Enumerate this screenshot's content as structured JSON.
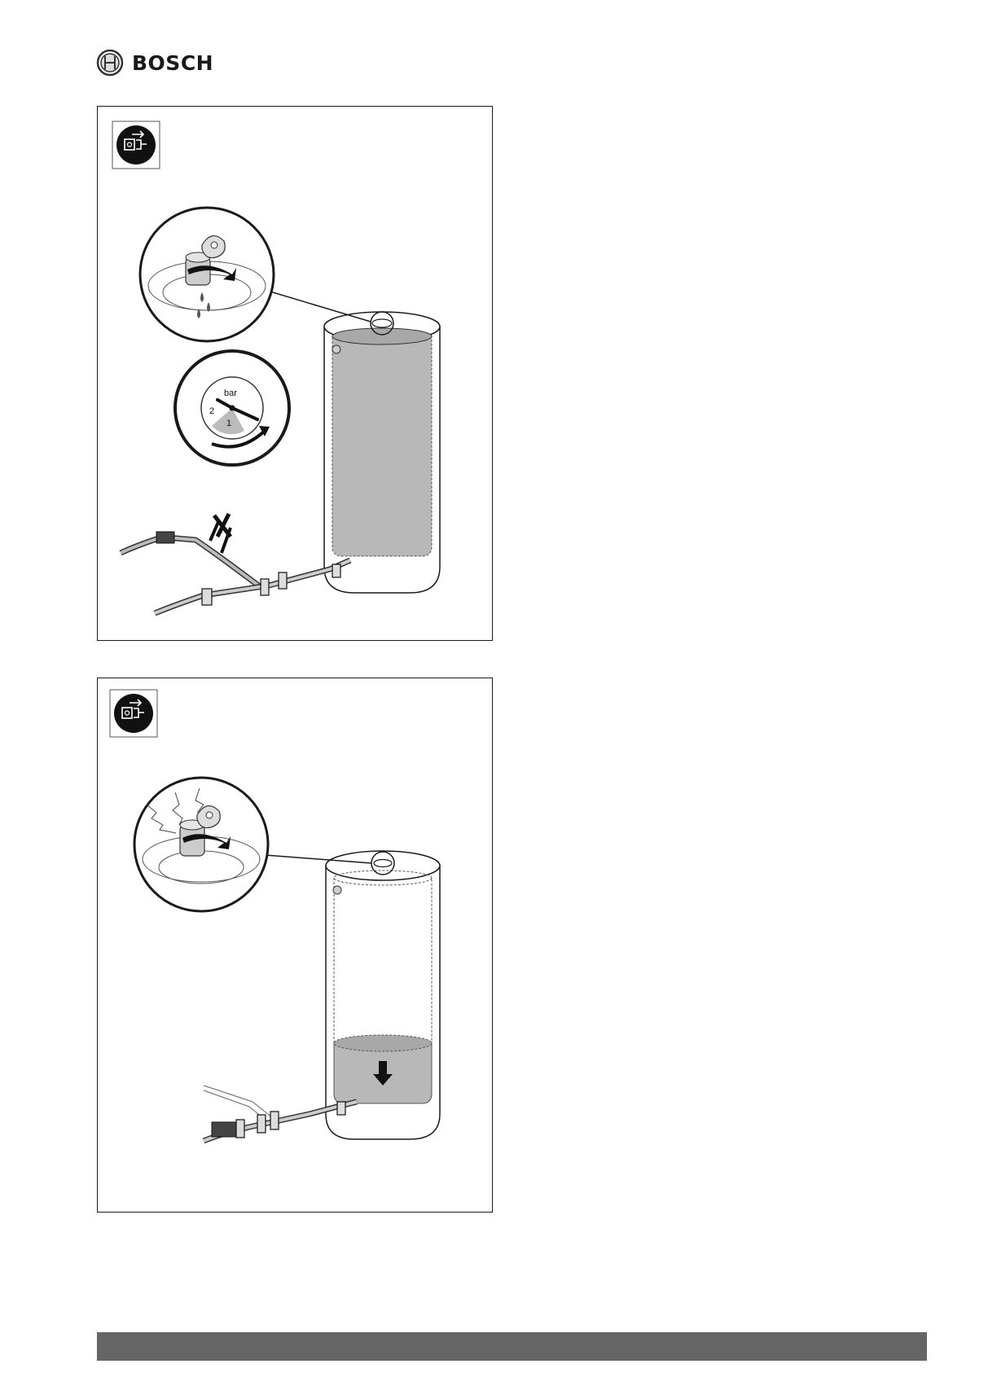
{
  "header": {
    "brand_name": "BOSCH",
    "logo_icon": "bosch-armature-icon"
  },
  "figures": [
    {
      "id": "figure-1",
      "warning_icon": "disconnect-power-icon",
      "gauge": {
        "unit_label": "bar",
        "tick_labels": [
          "2",
          "1"
        ]
      },
      "colors": {
        "water_fill": "#b8b8b8",
        "outline": "#1a1a1a"
      }
    },
    {
      "id": "figure-2",
      "warning_icon": "disconnect-power-icon",
      "colors": {
        "water_fill": "#b8b8b8",
        "outline": "#1a1a1a"
      }
    }
  ],
  "footer": {
    "bar_color": "#666666"
  }
}
